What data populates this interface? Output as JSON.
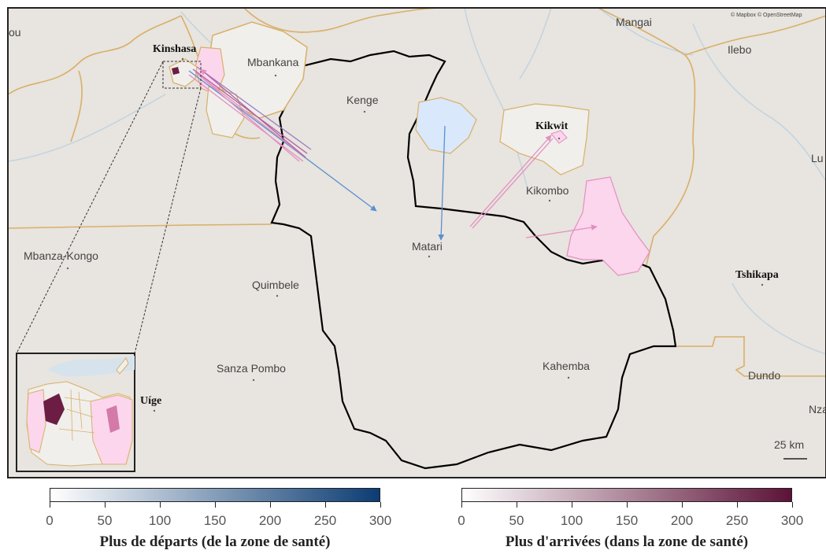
{
  "map": {
    "attribution": "© Mapbox © OpenStreetMap",
    "scale_label": "25 km",
    "places": {
      "kinshasa": "Kinshasa",
      "kikwit": "Kikwit",
      "tshikapa": "Tshikapa",
      "uige": "Uíge",
      "mangai": "Mangai",
      "ilebo": "Ilebo",
      "mbankana": "Mbankana",
      "kenge": "Kenge",
      "kikombo": "Kikombo",
      "matari": "Matari",
      "mbanza_kongo": "Mbanza-Kongo",
      "quimbele": "Quimbele",
      "sanza_pombo": "Sanza Pombo",
      "kahemba": "Kahemba",
      "dundo": "Dundo",
      "nza": "Nza",
      "lu": "Lu",
      "ou": "ou"
    },
    "colors": {
      "background": "#e8e4df",
      "province_border": "#000000",
      "admin_border": "#d8b068",
      "river": "#bfd3e0",
      "departures_arrow": "#5b8fd0",
      "arrivals_arrow": "#e28fc0",
      "arrivals_fill": "#fcd6ec",
      "departures_fill": "#d9e8fb",
      "max_arrivals_fill": "#6b1d44"
    }
  },
  "legend_departures": {
    "title": "Plus de départs (de la zone de santé)",
    "ticks": [
      "0",
      "50",
      "100",
      "150",
      "200",
      "250",
      "300"
    ],
    "range": [
      0,
      300
    ],
    "color_low": "#ffffff",
    "color_high": "#0b3c73"
  },
  "legend_arrivals": {
    "title": "Plus d'arrivées (dans la zone de santé)",
    "ticks": [
      "0",
      "50",
      "100",
      "150",
      "200",
      "250",
      "300"
    ],
    "range": [
      0,
      300
    ],
    "color_low": "#ffffff",
    "color_high": "#5c1237"
  }
}
